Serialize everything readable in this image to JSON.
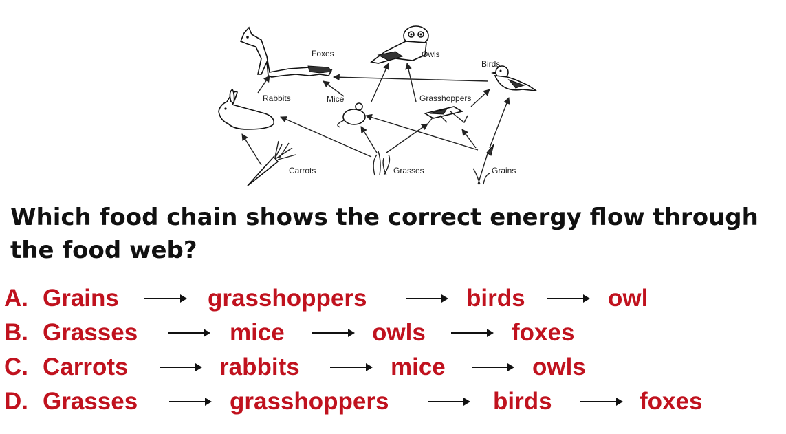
{
  "diagram": {
    "labels": {
      "foxes": "Foxes",
      "owls": "Owls",
      "birds": "Birds",
      "rabbits": "Rabbits",
      "mice": "Mice",
      "grasshoppers": "Grasshoppers",
      "carrots": "Carrots",
      "grasses": "Grasses",
      "grains": "Grains"
    }
  },
  "question": "Which food chain shows the correct energy flow through the food web?",
  "choices": [
    {
      "letter": "A.",
      "items": [
        "Grains",
        "grasshoppers",
        "birds",
        "owl"
      ]
    },
    {
      "letter": "B.",
      "items": [
        "Grasses",
        "mice",
        "owls",
        "foxes"
      ]
    },
    {
      "letter": "C.",
      "items": [
        "Carrots",
        "rabbits",
        "mice",
        "owls"
      ]
    },
    {
      "letter": "D.",
      "items": [
        "Grasses",
        "grasshoppers",
        "birds",
        "foxes"
      ]
    }
  ],
  "colors": {
    "choice_text": "#c0121e",
    "question_text": "#111111"
  }
}
